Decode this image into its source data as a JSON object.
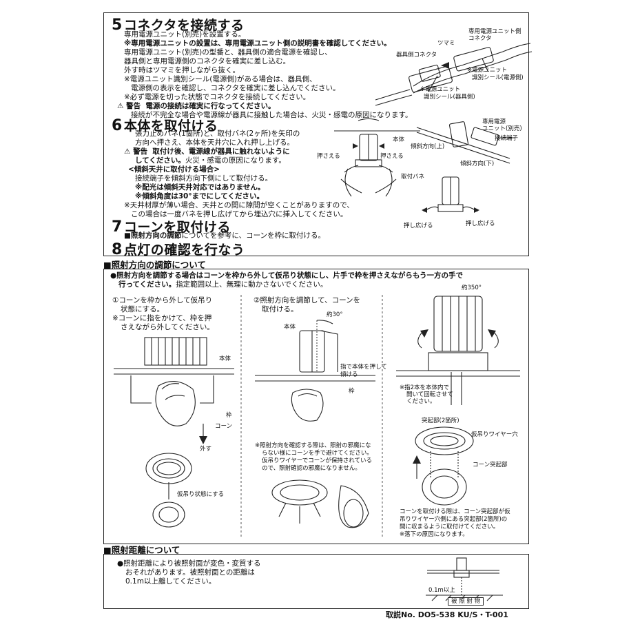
{
  "sec5": {
    "number": "5",
    "heading": "コネクタを接続する",
    "lines": [
      "専用電源ユニット(別売)を設置する。",
      "※専用電源ユニットの設置は、専用電源ユニット側の説明書を確認してください。",
      "専用電源ユニット(別売)の型番と、器具側の適合電源を確認し、",
      "器具側と専用電源側のコネクタを確実に差し込む。",
      "外す時はツマミを押しながら抜く。",
      "※電源ユニット識別シール(電源側)がある場合は、器具側、",
      "電源側の表示を確認し、コネクタを確実に差し込んでください。",
      "※必ず電源を切った状態でコネクタを接続してください。"
    ],
    "warning_label": "警告",
    "warning_text": "電源の接続は確実に行なってください。",
    "warning_detail": "接続が不完全な場合や電源線が器具に接触した場合は、火災・感電の原因になります。",
    "fig_labels": {
      "psu_connector": [
        "専用電源ユニット側",
        "コネクタ"
      ],
      "knob": "ツマミ",
      "fixture_connector": "器具側コネクタ",
      "psu_seal": [
        "※電源ユニット",
        "識別シール(電源側)"
      ],
      "fixture_seal": [
        "※電源ユニット",
        "識別シール(器具側)"
      ]
    }
  },
  "sec6": {
    "number": "6",
    "heading": "本体を取付ける",
    "lines": [
      "張力止めバネ(1箇所)と、取付バネ(2ヶ所)を矢印の",
      "方向へ押さえ、本体を天井穴に入れ押し上げる。"
    ],
    "warning_label": "警告",
    "warning_text_a": "取付け後、電源線が器具に触れないように",
    "warning_text_b": "してください。",
    "warning_text_c": "火災・感電の原因になります。",
    "slope_heading": "<傾斜天井に取付ける場合>",
    "slope_lines": [
      "接続端子を傾斜方向下側にして取付ける。",
      "※配光は傾斜天井対応ではありません。",
      "※傾斜角度は30°までにしてください。"
    ],
    "ceiling_note": [
      "※天井材厚が薄い場合、天井との間に隙間が空くことがありますので、",
      "この場合は一度バネを押し広げてから埋込穴に挿入してください。"
    ],
    "fig_labels": {
      "body": "本体",
      "press_left": "押さえる",
      "press_right": "押さえる",
      "spring": "取付バネ",
      "psu": [
        "専用電源",
        "ユニット(別売)"
      ],
      "terminal": "接続端子",
      "slope_up": "傾斜方向(上)",
      "slope_down": "傾斜方向(下)",
      "spread_left": "押し広げる",
      "spread_right": "押し広げる"
    }
  },
  "sec7": {
    "number": "7",
    "heading": "コーンを取付ける",
    "line_bold": "■照射方向の調節",
    "line_rest": "についてを参考に、コーンを枠に取付ける。"
  },
  "sec8": {
    "number": "8",
    "heading": "点灯の確認を行なう"
  },
  "adjust": {
    "title": "■照射方向の調節について",
    "intro_a": "●照射方向を調節する場合はコーンを枠から外して仮吊り状態にし、片手で枠を押さえながらもう一方の手で",
    "intro_b": "行ってください。",
    "intro_c": "指定範囲以上、無理に動かさないでください。",
    "step1": [
      "①コーンを枠から外して仮吊り",
      "状態にする。",
      "※コーンに指をかけて、枠を押",
      "さえながら外してください。"
    ],
    "step1_labels": {
      "body": "本体",
      "frame": "枠",
      "cone": "コーン",
      "remove": "外す",
      "hanging": "仮吊り状態にする"
    },
    "step2": [
      "②照射方向を調節して、コーンを",
      "取付ける。"
    ],
    "step2_labels": {
      "body": "本体",
      "angle": "約30°",
      "tilt": [
        "指で本体を押して",
        "傾ける"
      ],
      "frame": "枠"
    },
    "step2_note": [
      "※照射方向を確認する際は、照射の邪魔にな",
      "らない様にコーンを手で避けてください。",
      "仮吊りワイヤーでコーンが保持されている",
      "ので、照射確認の邪魔になりません。"
    ],
    "step3_labels": {
      "rotation": "約350°",
      "fingers": [
        "※指2本を本体内で",
        "開いて回転させて",
        "ください。"
      ],
      "protrusion": "突起部(2箇所)",
      "wire_hole": "仮吊りワイヤー穴",
      "cone_protrusion": "コーン突起部"
    },
    "step3_note": [
      "コーンを取付ける際は、コーン突起部が仮",
      "吊りワイヤー穴側にある突起部(2箇所)の",
      "間に収まるように取付けてください。",
      "※落下の原因になります。"
    ]
  },
  "distance": {
    "title": "■照射距離について",
    "lines": [
      "●照射距離により被照射面が変色・変質する",
      "おそれがあります。被照射面との距離は",
      "0.1m以上離してください。"
    ],
    "fig_label": "0.1m以上",
    "surface": "被 照 射 物"
  },
  "footer": "取説No. DO5-538 KU/S・T-001"
}
